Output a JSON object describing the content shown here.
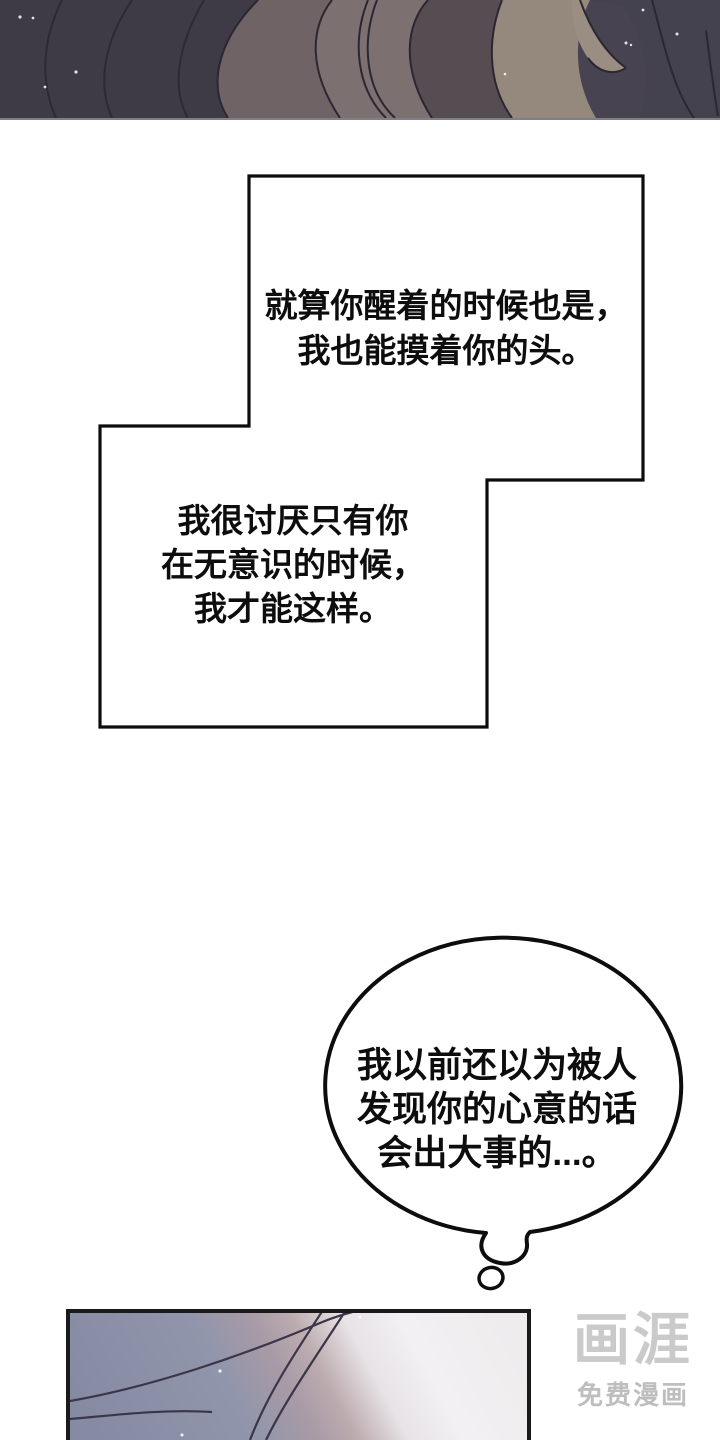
{
  "page": {
    "background": "#ffffff",
    "ink": "#0d0d0d"
  },
  "bubbles": {
    "speech_top": {
      "lines": [
        "就算你醒着的时候也是，",
        "我也能摸着你的头。"
      ]
    },
    "speech_left": {
      "lines": [
        "我很讨厌只有你",
        "在无意识的时候，",
        "我才能这样。"
      ]
    },
    "thought": {
      "lines": [
        "我以前还以为被人",
        "发现你的心意的话",
        "会出大事的...。"
      ]
    }
  },
  "watermark": {
    "logo": "画涯",
    "subtitle": "免费漫画"
  },
  "panels": {
    "top": {
      "palette": {
        "base": "#474350",
        "dark": "#3e3a46",
        "mid": "#6f6365",
        "mid2": "#7d7071",
        "wedge": "#564d53",
        "light": "#95887d",
        "hook": "#9a8d81",
        "right": "#454250",
        "line": "#2d2935"
      }
    },
    "bottom": {
      "palette": {
        "blue": "#868ba4",
        "blue2": "#9095ab",
        "mauve": "#bcabaf",
        "white": "#f2f0f2",
        "line": "#3a3548",
        "border": "#1a1a1a"
      }
    }
  }
}
